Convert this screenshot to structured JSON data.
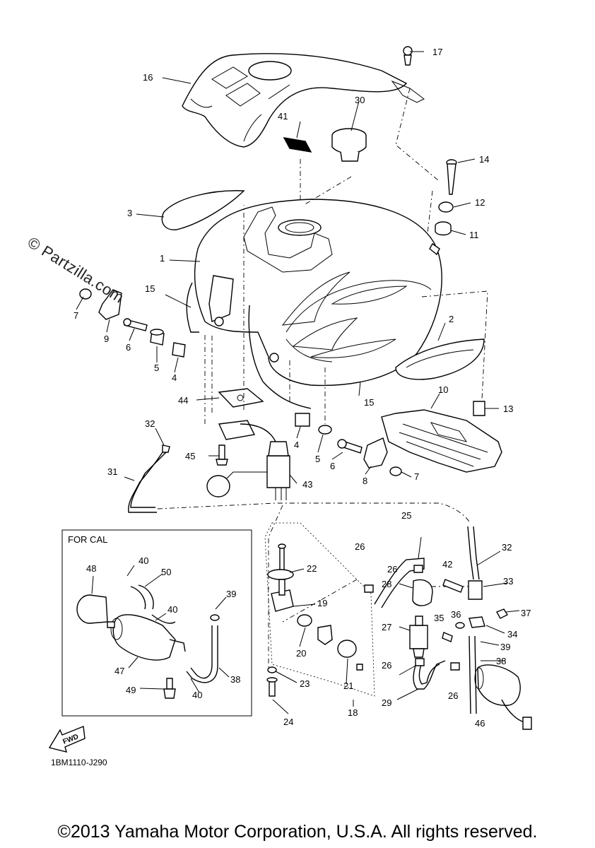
{
  "watermark": "© Partzilla.com",
  "inset_title": "FOR CAL",
  "fwd_label": "FWD",
  "diagram_code": "1BM1110-J290",
  "copyright": "©2013 Yamaha Motor Corporation, U.S.A. All rights reserved.",
  "callouts": {
    "c1": "1",
    "c2": "2",
    "c3": "3",
    "c4a": "4",
    "c4b": "4",
    "c5a": "5",
    "c5b": "5",
    "c6a": "6",
    "c6b": "6",
    "c7a": "7",
    "c7b": "7",
    "c8": "8",
    "c9": "9",
    "c10": "10",
    "c11": "11",
    "c12": "12",
    "c13": "13",
    "c14": "14",
    "c15a": "15",
    "c15b": "15",
    "c16": "16",
    "c17": "17",
    "c18": "18",
    "c19": "19",
    "c20": "20",
    "c21": "21",
    "c22": "22",
    "c23": "23",
    "c24": "24",
    "c25": "25",
    "c26a": "26",
    "c26b": "26",
    "c26c": "26",
    "c26d": "26",
    "c27": "27",
    "c28": "28",
    "c29": "29",
    "c30": "30",
    "c31": "31",
    "c32a": "32",
    "c32b": "32",
    "c33": "33",
    "c34": "34",
    "c35": "35",
    "c36": "36",
    "c37": "37",
    "c38a": "38",
    "c38b": "38",
    "c39a": "39",
    "c39b": "39",
    "c40a": "40",
    "c40b": "40",
    "c40c": "40",
    "c41": "41",
    "c42": "42",
    "c43": "43",
    "c44": "44",
    "c45": "45",
    "c46": "46",
    "c47": "47",
    "c48": "48",
    "c49": "49",
    "c50": "50"
  }
}
